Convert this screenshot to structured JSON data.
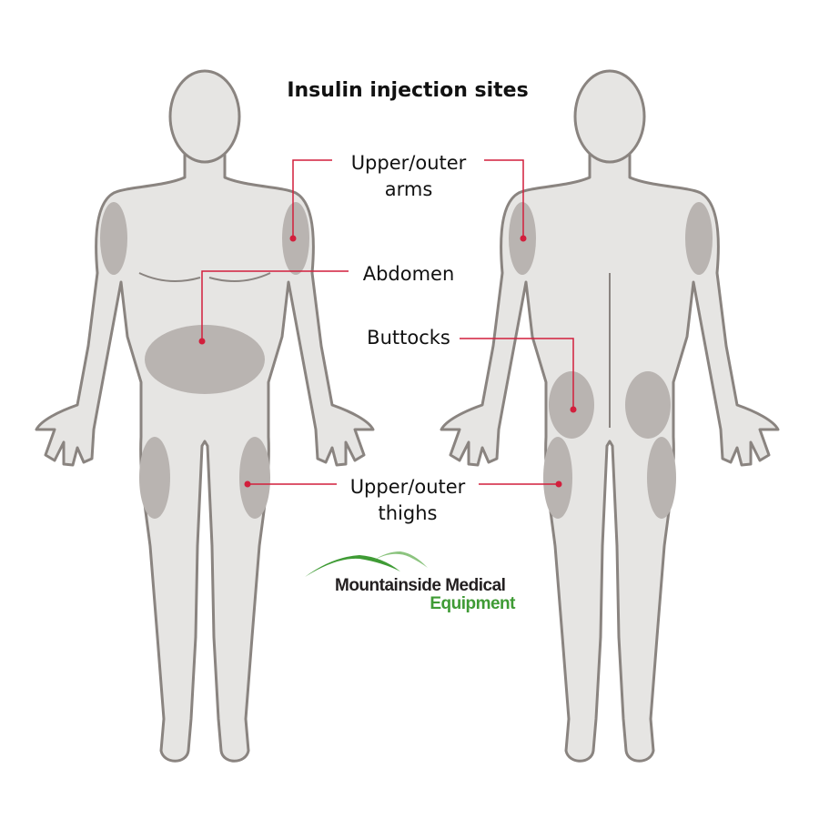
{
  "title": "Insulin injection sites",
  "labels": {
    "arms_line1": "Upper/outer",
    "arms_line2": "arms",
    "abdomen": "Abdomen",
    "buttocks": "Buttocks",
    "thighs_line1": "Upper/outer",
    "thighs_line2": "thighs"
  },
  "logo": {
    "line1": "Mountainside Medical",
    "line2": "Equipment"
  },
  "colors": {
    "skin": "#e6e5e3",
    "outline": "#8a8480",
    "site": "#b9b4b1",
    "leader": "#d21f3c",
    "brand_green": "#3f9b35"
  }
}
